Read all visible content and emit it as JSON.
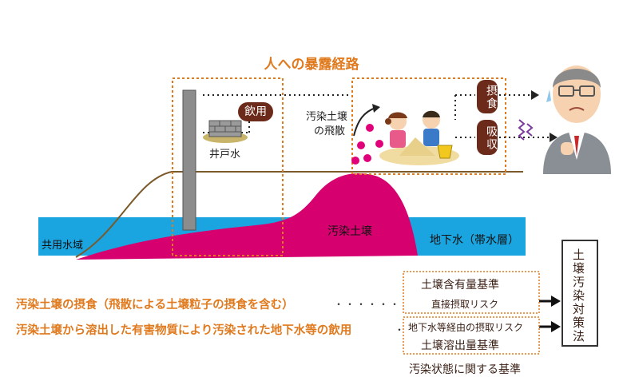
{
  "title": "人への暴露経路",
  "labels": {
    "inyo": "飲用",
    "well": "井戸水",
    "dust_scatter_line1": "汚染土壌",
    "dust_scatter_line2": "の飛散",
    "sesshoku": "摂食",
    "kyushu": "吸収",
    "public_water": "共用水域",
    "contaminated_soil": "汚染土壌",
    "groundwater": "地下水（帯水層）"
  },
  "exposure_routes": [
    "汚染土壌の摂食（飛散による土壌粒子の摂食を含む）",
    "汚染土壌から溶出した有害物質により汚染された地下水等の飲用"
  ],
  "dots": "・・・・・・",
  "dot_single": "・",
  "standards": {
    "content_title": "土壌含有量基準",
    "content_sub": "直接摂取リスク",
    "elution_sub": "地下水等経由の摂取リスク",
    "elution_title": "土壌溶出量基準",
    "caption": "汚染状態に関する基準"
  },
  "law": "土壌汚染対策法",
  "colors": {
    "accent_orange": "#e07a1f",
    "magenta": "#d6006f",
    "water_blue": "#1aa4e0",
    "brown": "#6b2a1a"
  }
}
